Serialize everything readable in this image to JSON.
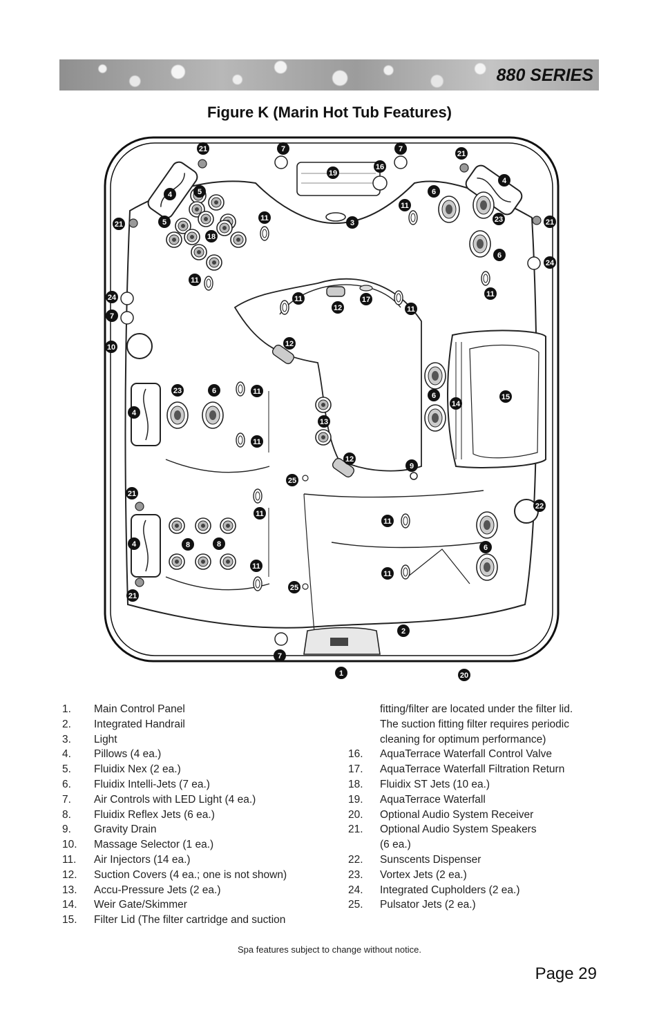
{
  "header": {
    "series": "880 SERIES"
  },
  "figure_title": "Figure K (Marin Hot Tub Features)",
  "callouts": {
    "c1": "1",
    "c2": "2",
    "c3": "3",
    "c4": "4",
    "c5": "5",
    "c6": "6",
    "c7": "7",
    "c8": "8",
    "c9": "9",
    "c10": "10",
    "c11": "11",
    "c12": "12",
    "c13": "13",
    "c14": "14",
    "c15": "15",
    "c16": "16",
    "c17": "17",
    "c18": "18",
    "c19": "19",
    "c20": "20",
    "c21": "21",
    "c22": "22",
    "c23": "23",
    "c24": "24",
    "c25": "25"
  },
  "legend_left": [
    {
      "num": "1.",
      "text": "Main Control Panel"
    },
    {
      "num": "2.",
      "text": "Integrated Handrail"
    },
    {
      "num": "3.",
      "text": "Light"
    },
    {
      "num": "4.",
      "text": "Pillows (4 ea.)"
    },
    {
      "num": "5.",
      "text": "Fluidix Nex (2 ea.)"
    },
    {
      "num": "6.",
      "text": "Fluidix Intelli-Jets (7 ea.)"
    },
    {
      "num": "7.",
      "text": "Air Controls with LED Light (4 ea.)"
    },
    {
      "num": "8.",
      "text": "Fluidix Reflex Jets (6 ea.)"
    },
    {
      "num": "9.",
      "text": "Gravity Drain"
    },
    {
      "num": "10.",
      "text": "Massage Selector (1 ea.)"
    },
    {
      "num": "11.",
      "text": "Air Injectors (14 ea.)"
    },
    {
      "num": "12.",
      "text": "Suction Covers (4 ea.; one is not shown)"
    },
    {
      "num": "13.",
      "text": "Accu-Pressure Jets (2 ea.)"
    },
    {
      "num": "14.",
      "text": "Weir Gate/Skimmer"
    },
    {
      "num": "15.",
      "text": "Filter Lid (The filter cartridge and suction"
    }
  ],
  "legend_right_continuation": [
    "fitting/filter are located under the filter lid.",
    "The suction fitting filter requires periodic",
    "cleaning for optimum performance)"
  ],
  "legend_right": [
    {
      "num": "16.",
      "text": "AquaTerrace Waterfall Control Valve"
    },
    {
      "num": "17.",
      "text": "AquaTerrace Waterfall Filtration Return"
    },
    {
      "num": "18.",
      "text": "Fluidix ST Jets (10 ea.)"
    },
    {
      "num": "19.",
      "text": "AquaTerrace Waterfall"
    },
    {
      "num": "20.",
      "text": "Optional Audio System Receiver"
    },
    {
      "num": "21.",
      "text": "Optional Audio System Speakers"
    },
    {
      "num": "",
      "text": "(6 ea.)"
    },
    {
      "num": "22.",
      "text": "Sunscents Dispenser"
    },
    {
      "num": "23.",
      "text": "Vortex Jets (2 ea.)"
    },
    {
      "num": "24.",
      "text": "Integrated Cupholders (2 ea.)"
    },
    {
      "num": "25.",
      "text": "Pulsator Jets (2 ea.)"
    }
  ],
  "footnote": "Spa features subject to change without notice.",
  "page_label": "Page 29"
}
